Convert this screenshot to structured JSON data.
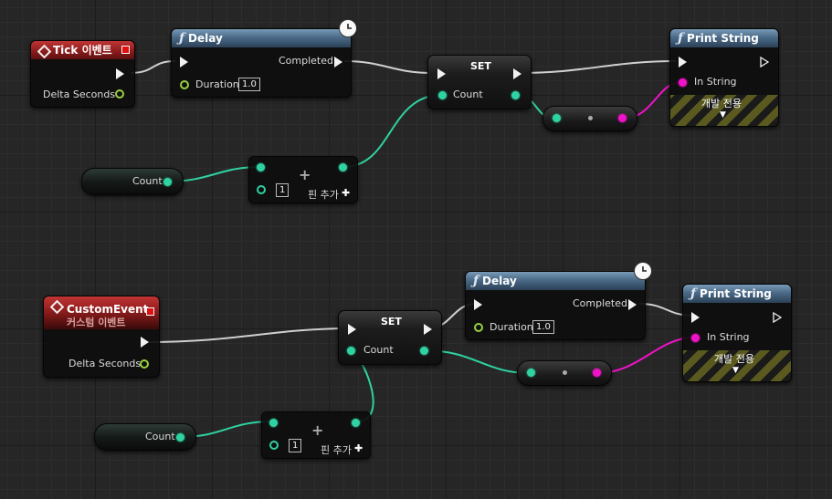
{
  "graph1": {
    "tick_event": {
      "title": "Tick 이벤트",
      "delta_label": "Delta Seconds"
    },
    "delay": {
      "title": "Delay",
      "completed_label": "Completed",
      "duration_label": "Duration",
      "duration_value": "1.0"
    },
    "set": {
      "title": "SET",
      "count_label": "Count"
    },
    "print_string": {
      "title": "Print String",
      "in_string_label": "In String",
      "dev_only": "개발 전용",
      "expand_glyph": "▼"
    },
    "count_var": {
      "label": "Count"
    },
    "add": {
      "plus_glyph": "+",
      "value": "1",
      "add_pin_label": "핀 추가",
      "add_pin_glyph": "✚"
    }
  },
  "graph2": {
    "custom_event": {
      "title": "CustomEvent",
      "subtitle": "커스텀 이벤트",
      "delta_label": "Delta Seconds"
    },
    "delay": {
      "title": "Delay",
      "completed_label": "Completed",
      "duration_label": "Duration",
      "duration_value": "1.0"
    },
    "set": {
      "title": "SET",
      "count_label": "Count"
    },
    "print_string": {
      "title": "Print String",
      "in_string_label": "In String",
      "dev_only": "개발 전용",
      "expand_glyph": "▼"
    },
    "count_var": {
      "label": "Count"
    },
    "add": {
      "plus_glyph": "+",
      "value": "1",
      "add_pin_label": "핀 추가",
      "add_pin_glyph": "✚"
    }
  },
  "colors": {
    "exec_wire": "#d8d8d8",
    "int_wire": "#2fd2a2",
    "string_wire": "#f012c8",
    "function_header": "#4a6a88",
    "event_header": "#8e1c1c"
  },
  "icons": {
    "function": "function-f-icon",
    "event": "event-diamond-icon",
    "latent": "clock-icon"
  }
}
